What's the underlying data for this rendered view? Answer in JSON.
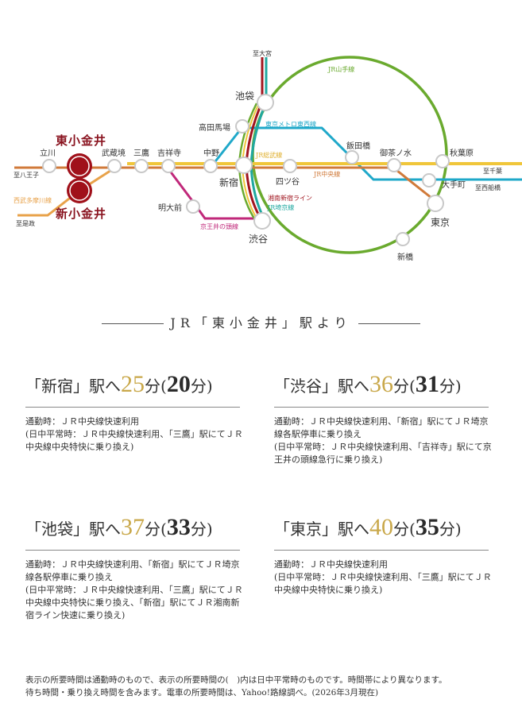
{
  "map": {
    "colors": {
      "yamanote": "#6aaa2e",
      "chuo": "#d07a3a",
      "sobu": "#f0c63a",
      "tozai": "#1fa8c9",
      "keio_inokashira": "#c0287a",
      "shonan_shinjuku": "#a0151f",
      "saikyo": "#20a8a0",
      "seibu_tamagawa": "#e8a24a",
      "hero_station": "#a0101a"
    },
    "hero_stations": {
      "higashi_koganei": "東小金井",
      "musashi_koganei": "新小金井"
    },
    "stations": {
      "tachikawa": "立川",
      "musashisakai": "武蔵境",
      "mitaka": "三鷹",
      "kichijoji": "吉祥寺",
      "nakano": "中野",
      "shinjuku": "新宿",
      "takadanobaba": "高田馬場",
      "ikebukuro": "池袋",
      "yotsuya": "四ツ谷",
      "iidabashi": "飯田橋",
      "ochanomizu": "御茶ノ水",
      "akihabara": "秋葉原",
      "otemachi": "大手町",
      "tokyo": "東京",
      "shinbashi": "新橋",
      "shibuya": "渋谷",
      "meidaimae": "明大前"
    },
    "directions": {
      "hachioji": "至八王子",
      "zeze": "至是政",
      "omiya": "至大宮",
      "chiba": "至千葉",
      "nishifunabashi": "至西船橋"
    },
    "line_labels": {
      "yamanote": "JR山手線",
      "tozai": "東京メトロ東西線",
      "sobu": "JR総武線",
      "chuo": "JR中央線",
      "shonan_shinjuku": "湘南新宿ライン",
      "saikyo": "JR埼京線",
      "keio_inokashira": "京王井の頭線",
      "seibu_tamagawa": "西武多摩川線"
    }
  },
  "section": {
    "title": "JR「東小金井」駅より"
  },
  "routes": [
    {
      "destination": "「新宿」駅へ",
      "minutes": "25",
      "unit": "分",
      "offpeak_minutes": "20",
      "offpeak_open": "(",
      "offpeak_close": ")",
      "desc": [
        "通勤時：ＪＲ中央線快速利用",
        "(日中平常時：ＪＲ中央線快速利用、「三鷹」駅にてＪＲ中央線中央特快に乗り換え)"
      ]
    },
    {
      "destination": "「渋谷」駅へ",
      "minutes": "36",
      "unit": "分",
      "offpeak_minutes": "31",
      "offpeak_open": "(",
      "offpeak_close": ")",
      "desc": [
        "通勤時：ＪＲ中央線快速利用、「新宿」駅にてＪＲ埼京線各駅停車に乗り換え",
        "(日中平常時：ＪＲ中央線快速利用、「吉祥寺」駅にて京王井の頭線急行に乗り換え)"
      ]
    },
    {
      "destination": "「池袋」駅へ",
      "minutes": "37",
      "unit": "分",
      "offpeak_minutes": "33",
      "offpeak_open": "(",
      "offpeak_close": ")",
      "desc": [
        "通勤時：ＪＲ中央線快速利用、「新宿」駅にてＪＲ埼京線各駅停車に乗り換え",
        "(日中平常時：ＪＲ中央線快速利用、「三鷹」駅にてＪＲ中央線中央特快に乗り換え、「新宿」駅にてＪＲ湘南新宿ライン快速に乗り換え)"
      ]
    },
    {
      "destination": "「東京」駅へ",
      "minutes": "40",
      "unit": "分",
      "offpeak_minutes": "35",
      "offpeak_open": "(",
      "offpeak_close": ")",
      "desc": [
        "通勤時：ＪＲ中央線快速利用",
        "(日中平常時：ＪＲ中央線快速利用、「三鷹」駅にてＪＲ中央線中央特快に乗り換え)"
      ]
    }
  ],
  "footnote": [
    "表示の所要時間は通勤時のもので、表示の所要時間の(　)内は日中平常時のものです。時間帯により異なります。",
    "待ち時間・乗り換え時間を含みます。電車の所要時間は、Yahoo!路線調べ。(2026年3月現在)"
  ]
}
